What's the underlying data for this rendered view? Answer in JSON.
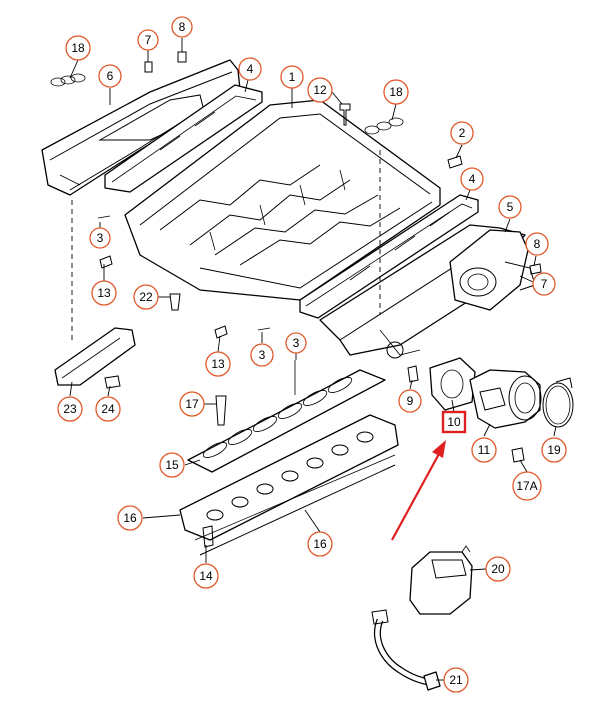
{
  "accent_color": "#e0582a",
  "highlight_color": "#e02020",
  "callouts": {
    "c18a": "18",
    "c7a": "7",
    "c8a": "8",
    "c6": "6",
    "c4a": "4",
    "c1": "1",
    "c12": "12",
    "c18b": "18",
    "c2": "2",
    "c4b": "4",
    "c5": "5",
    "c8b": "8",
    "c7b": "7",
    "c3a": "3",
    "c13a": "13",
    "c22": "22",
    "c3b": "3",
    "c3c": "3",
    "c13b": "13",
    "c9": "9",
    "c17": "17",
    "c15": "15",
    "c16a": "16",
    "c16b": "16",
    "c14": "14",
    "c23": "23",
    "c24": "24",
    "c11": "11",
    "c19": "19",
    "c17a": "17A",
    "c20": "20",
    "c21": "21"
  },
  "highlighted_part": "10"
}
